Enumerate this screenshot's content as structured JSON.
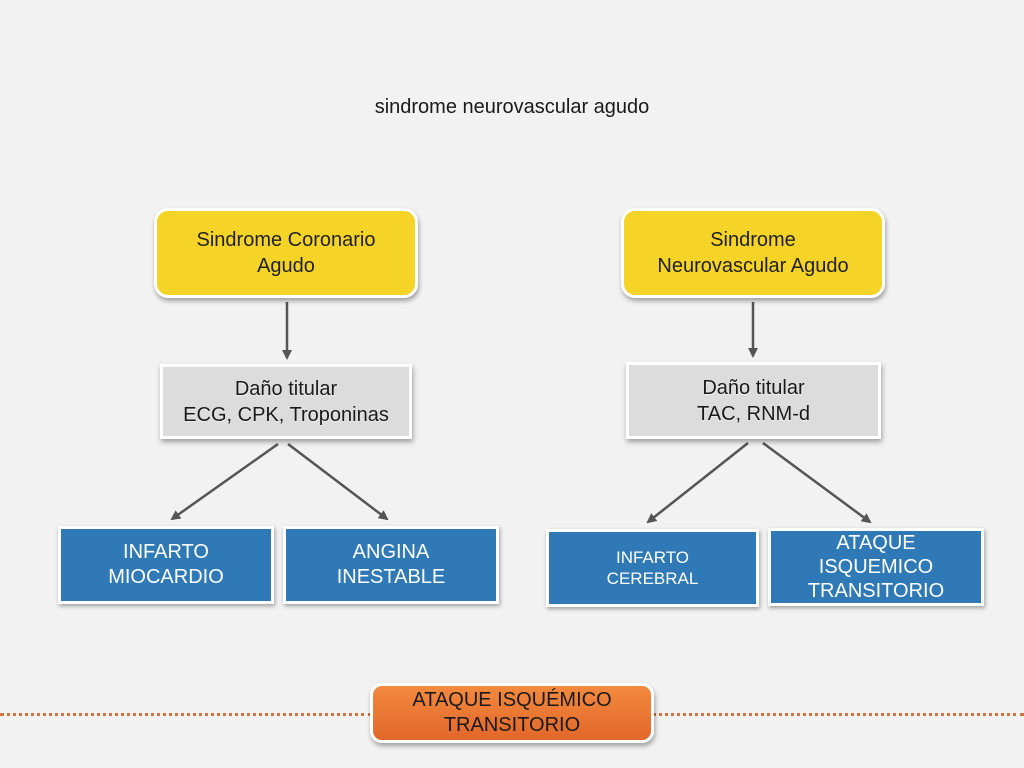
{
  "title": "sindrome neurovascular agudo",
  "left": {
    "top": [
      "Sindrome Coronario",
      "Agudo"
    ],
    "middle": [
      "Daño titular",
      "ECG, CPK, Troponinas"
    ],
    "leaves": [
      [
        "INFARTO",
        "MIOCARDIO"
      ],
      [
        "ANGINA",
        "INESTABLE"
      ]
    ]
  },
  "right": {
    "top": [
      "Sindrome",
      "Neurovascular Agudo"
    ],
    "middle": [
      "Daño titular",
      "TAC, RNM-d"
    ],
    "leaves": [
      [
        "INFARTO",
        "CEREBRAL"
      ],
      [
        "ATAQUE",
        "ISQUEMICO",
        "TRANSITORIO"
      ]
    ]
  },
  "footer": [
    "ATAQUE ISQUÉMICO",
    "TRANSITORIO"
  ],
  "colors": {
    "background": "#f1f2f1",
    "yellow_box": "#f5d327",
    "grey_box": "#dcdcdc",
    "blue_box": "#2f79b6",
    "orange_box": "#e8722f",
    "dotted_line": "#d1733b",
    "arrow": "#555555"
  }
}
